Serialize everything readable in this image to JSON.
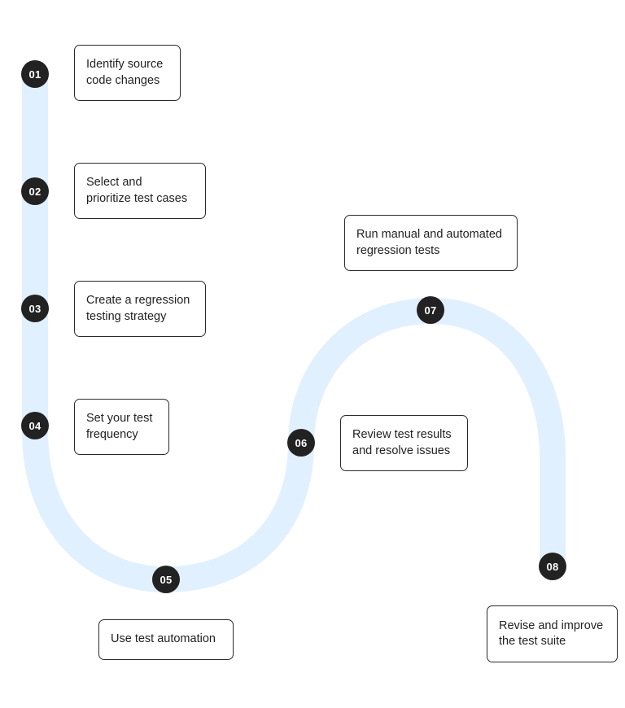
{
  "colors": {
    "path": "#e1f0fe",
    "circle": "#222222",
    "border": "#2a2a2a"
  },
  "steps": [
    {
      "num": "01",
      "text": "Identify source\ncode changes"
    },
    {
      "num": "02",
      "text": "Select and\nprioritize test cases"
    },
    {
      "num": "03",
      "text": "Create a regression\ntesting strategy"
    },
    {
      "num": "04",
      "text": "Set your test\nfrequency"
    },
    {
      "num": "05",
      "text": "Use test automation"
    },
    {
      "num": "06",
      "text": "Review test results\nand resolve issues"
    },
    {
      "num": "07",
      "text": "Run manual and automated\nregression tests"
    },
    {
      "num": "08",
      "text": "Revise and improve\nthe test suite"
    }
  ]
}
